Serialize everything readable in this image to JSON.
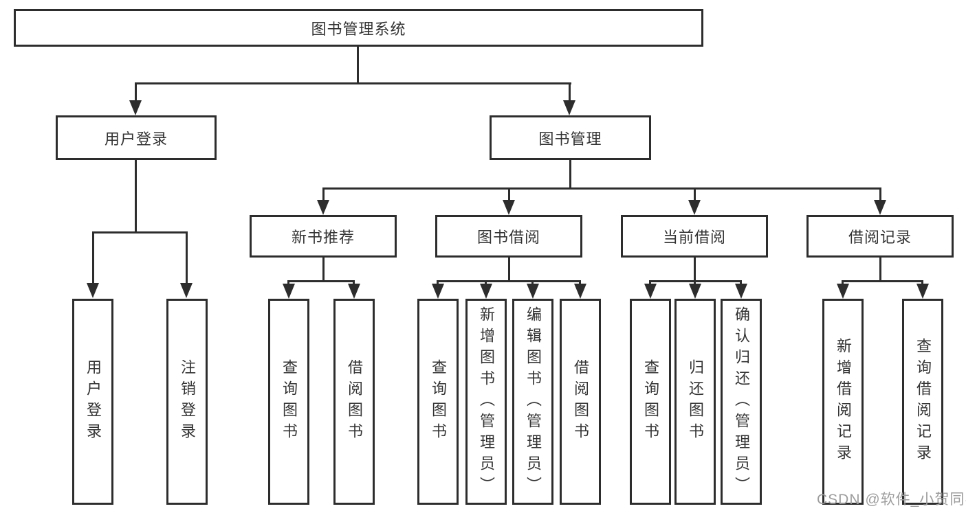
{
  "diagram": {
    "type": "hierarchy-org-chart",
    "line_color": "#2d2d2d",
    "text_color": "#333333",
    "background_color": "#ffffff"
  },
  "tree": {
    "label": "图书管理系统",
    "children": [
      {
        "label": "用户登录",
        "children": [
          {
            "label": "用户登录"
          },
          {
            "label": "注销登录"
          }
        ]
      },
      {
        "label": "图书管理",
        "children": [
          {
            "label": "新书推荐",
            "children": [
              {
                "label": "查询图书"
              },
              {
                "label": "借阅图书"
              }
            ]
          },
          {
            "label": "图书借阅",
            "children": [
              {
                "label": "查询图书"
              },
              {
                "label": "新增图书（管理员）"
              },
              {
                "label": "编辑图书（管理员）"
              },
              {
                "label": "借阅图书"
              }
            ]
          },
          {
            "label": "当前借阅",
            "children": [
              {
                "label": "查询图书"
              },
              {
                "label": "归还图书"
              },
              {
                "label": "确认归还（管理员）"
              }
            ]
          },
          {
            "label": "借阅记录",
            "children": [
              {
                "label": "新增借阅记录"
              },
              {
                "label": "查询借阅记录"
              }
            ]
          }
        ]
      }
    ]
  },
  "watermark": {
    "text": "CSDN @软件_小贺同学"
  }
}
